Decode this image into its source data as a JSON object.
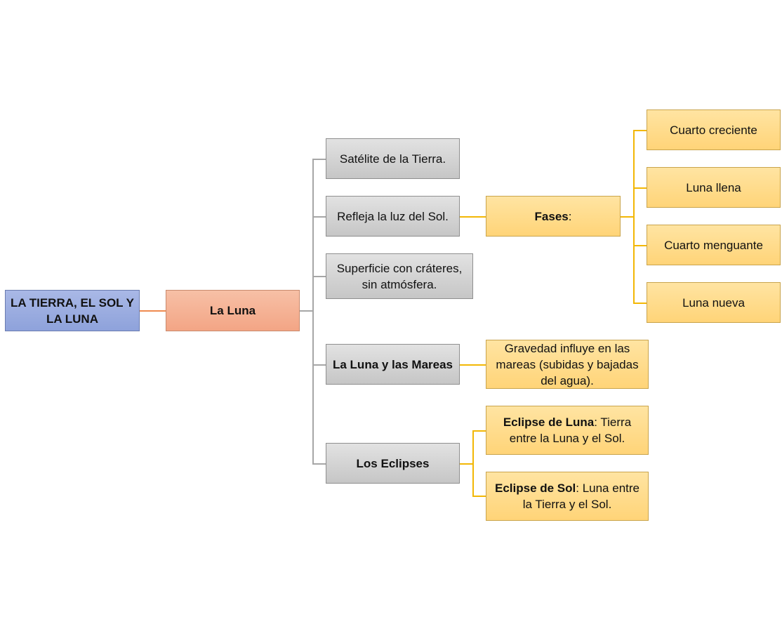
{
  "root": {
    "label": "LA TIERRA, EL SOL Y LA LUNA"
  },
  "moon": {
    "label": "La Luna"
  },
  "branches": {
    "satellite": "Satélite de la Tierra.",
    "reflects": "Refleja la luz del Sol.",
    "surface": "Superficie con cráteres, sin atmósfera.",
    "tides": "La Luna y las Mareas",
    "eclipses": "Los Eclipses"
  },
  "phases": {
    "label": "Fases",
    "suffix": ":",
    "items": [
      "Cuarto creciente",
      "Luna llena",
      "Cuarto menguante",
      "Luna nueva"
    ]
  },
  "tides_detail": "Gravedad influye en las mareas (subidas y bajadas del agua).",
  "eclipse_moon": {
    "title": "Eclipse de Luna",
    "text": ": Tierra entre la Luna y el Sol."
  },
  "eclipse_sun": {
    "title": "Eclipse de Sol",
    "text": ": Luna entre la Tierra y el Sol."
  },
  "colors": {
    "root": "#8ea2db",
    "moon": "#f3a585",
    "branch": "#c6c6c6",
    "leaf": "#ffd478",
    "connector_gray": "#a6a6a6",
    "connector_yellow": "#f2b705",
    "connector_orange": "#ef8a4f"
  }
}
